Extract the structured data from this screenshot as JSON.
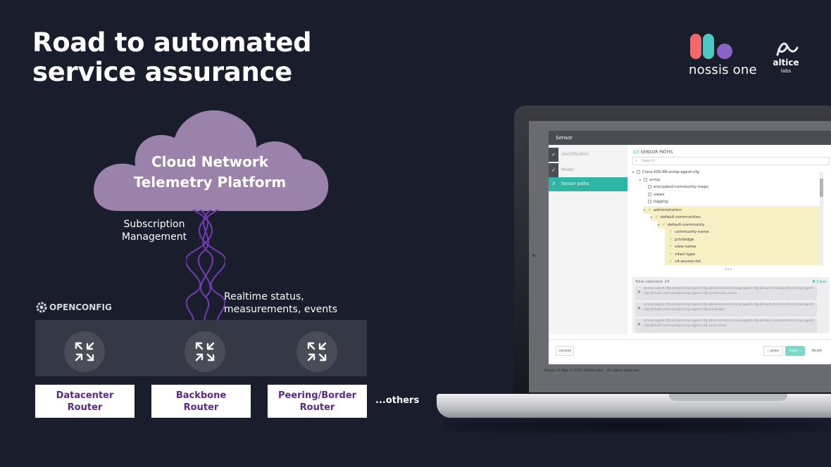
{
  "slide": {
    "title_line1": "Road to automated",
    "title_line2": "service assurance"
  },
  "brands": {
    "nossis": "nossis one",
    "altice": "altice",
    "altice_sub": "labs"
  },
  "cloud": {
    "line1": "Cloud Network",
    "line2": "Telemetry Platform"
  },
  "labels": {
    "subscription_line1": "Subscription",
    "subscription_line2": "Management",
    "realtime_line1": "Realtime status,",
    "realtime_line2": "measurements, events",
    "openconfig": "OPENCONFIG",
    "others": "...others"
  },
  "routers": [
    {
      "label": "Datacenter\nRouter"
    },
    {
      "label": "Backbone\nRouter"
    },
    {
      "label": "Peering/Border\nRouter"
    }
  ],
  "colors": {
    "background": "#191d2c",
    "cloud": "#9a82ab",
    "twist": "#6d3aa8",
    "router_label_text": "#5a2a86",
    "accent_teal": "#2fb5a6"
  },
  "laptop_ui": {
    "modal_title": "Sensor",
    "close": "×",
    "steps": [
      {
        "label": "Identification",
        "done": true
      },
      {
        "label": "Model",
        "done": true
      },
      {
        "label": "Sensor paths",
        "number": "3",
        "active": true
      }
    ],
    "section_counter": "3/3",
    "section_title": "SENSOR PATHS",
    "search_placeholder": "Search",
    "tree": [
      {
        "label": "Cisco-IOS-XR-snmp-agent-cfg",
        "twist": "▸",
        "state": "box"
      },
      {
        "label": "snmp",
        "twist": "▸",
        "state": "box"
      },
      {
        "label": "encrypted-community-maps",
        "twist": "",
        "state": "box"
      },
      {
        "label": "views",
        "twist": "",
        "state": "box"
      },
      {
        "label": "logging",
        "twist": "",
        "state": "box"
      },
      {
        "label": "administration",
        "twist": "▸",
        "state": "check"
      },
      {
        "label": "default-communities",
        "twist": "▸",
        "state": "check"
      },
      {
        "label": "default-community",
        "twist": "▸",
        "state": "check"
      },
      {
        "label": "community-name",
        "twist": "",
        "state": "check"
      },
      {
        "label": "priviledge",
        "twist": "",
        "state": "check"
      },
      {
        "label": "view-name",
        "twist": "",
        "state": "check"
      },
      {
        "label": "v4acl-type",
        "twist": "",
        "state": "check"
      },
      {
        "label": "v4-access-list",
        "twist": "",
        "state": "check"
      }
    ],
    "more": "•••",
    "selected_header": "Total selected: 24",
    "clear": "Clear",
    "selected_items": [
      "/snmp-agent-cfg:snmp/snmp-agent-cfg:administration/snmp-agent-cfg:default-communities/snmp-agent-cfg:default-community/snmp-agent-cfg:community-name",
      "/snmp-agent-cfg:snmp/snmp-agent-cfg:administration/snmp-agent-cfg:default-communities/snmp-agent-cfg:default-community/snmp-agent-cfg:priviledge",
      "/snmp-agent-cfg:snmp/snmp-agent-cfg:administration/snmp-agent-cfg:default-communities/snmp-agent-cfg:default-community/snmp-agent-cfg:view-name"
    ],
    "cancel": "cancel",
    "prev": "‹ prev",
    "next": "next ›",
    "finish": "finish",
    "footer": "Nossis UI Ngx © 2022 Altice Labs · All rights reserved"
  }
}
